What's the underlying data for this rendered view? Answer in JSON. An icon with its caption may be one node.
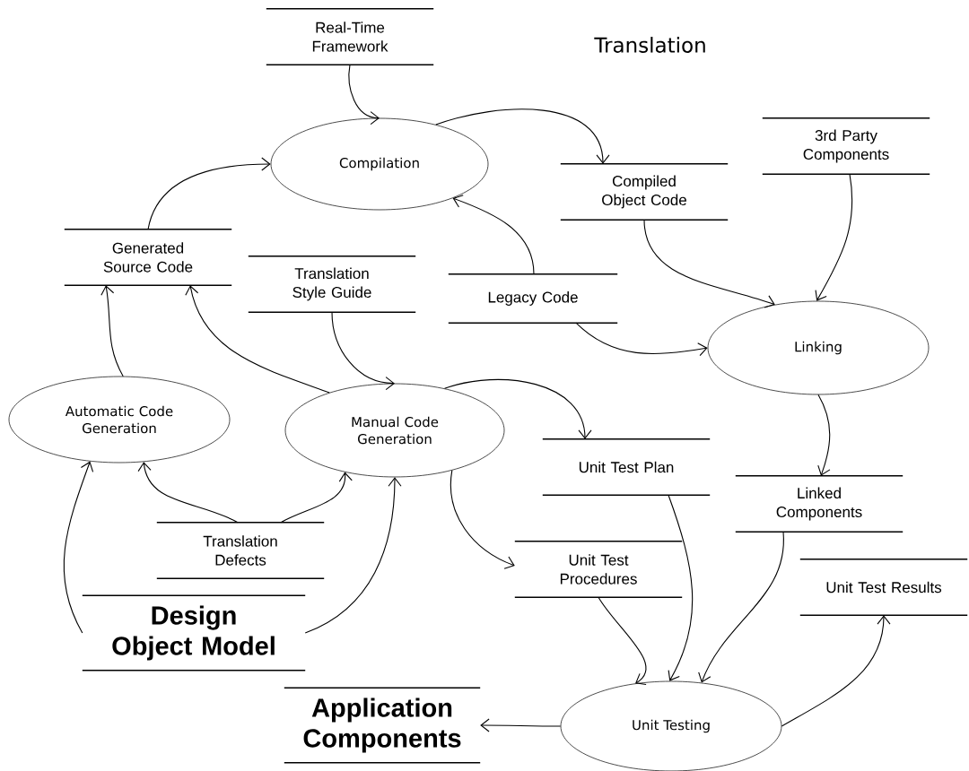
{
  "diagram": {
    "title": "Translation",
    "nodes": [
      {
        "text": [
          "Real-Time Framework"
        ]
      },
      {
        "text": [
          "Compilation"
        ]
      },
      {
        "text": [
          "Compiled Object Code"
        ]
      },
      {
        "text": [
          "3rd Party Components"
        ]
      },
      {
        "text": [
          "Generated Source Code"
        ]
      },
      {
        "text": [
          "Translation Style Guide"
        ]
      },
      {
        "text": [
          "Legacy Code"
        ]
      },
      {
        "text": [
          "Linking"
        ]
      },
      {
        "text": [
          "Automatic Code Generation"
        ]
      },
      {
        "text": [
          "Manual Code Generation"
        ]
      },
      {
        "text": [
          "Unit Test Plan"
        ]
      },
      {
        "text": [
          "Linked Components"
        ]
      },
      {
        "text": [
          "Translation Defects"
        ]
      },
      {
        "text": [
          "Unit Test Procedures"
        ]
      },
      {
        "text": [
          "Unit Test Results"
        ]
      },
      {
        "text": [
          "Design Object Model"
        ]
      },
      {
        "text": [
          "Application Components"
        ]
      },
      {
        "text": [
          "Unit Testing"
        ]
      }
    ],
    "edges": [
      {
        "from": 0,
        "to": 1,
        "arrow": "to"
      },
      {
        "from": 4,
        "to": 1,
        "arrow": "to"
      },
      {
        "from": 1,
        "to": 2,
        "arrow": "to"
      },
      {
        "from": 6,
        "to": 1,
        "arrow": "to"
      },
      {
        "from": 2,
        "to": 7,
        "arrow": "to"
      },
      {
        "from": 3,
        "to": 7,
        "arrow": "to"
      },
      {
        "from": 6,
        "to": 7,
        "arrow": "to"
      },
      {
        "from": 8,
        "to": 4,
        "arrow": "to"
      },
      {
        "from": 9,
        "to": 4,
        "arrow": "to"
      },
      {
        "from": 5,
        "to": 9,
        "arrow": "to"
      },
      {
        "from": 9,
        "to": 10,
        "arrow": "to"
      },
      {
        "from": 9,
        "to": 13,
        "arrow": "to"
      },
      {
        "from": 7,
        "to": 11,
        "arrow": "to"
      },
      {
        "from": 12,
        "to": 8,
        "arrow": "to"
      },
      {
        "from": 12,
        "to": 9,
        "arrow": "to"
      },
      {
        "from": 15,
        "to": 8,
        "arrow": "to"
      },
      {
        "from": 15,
        "to": 9,
        "arrow": "to"
      },
      {
        "from": 10,
        "to": 17,
        "arrow": "to"
      },
      {
        "from": 13,
        "to": 17,
        "arrow": "to"
      },
      {
        "from": 11,
        "to": 17,
        "arrow": "to"
      },
      {
        "from": 17,
        "to": 14,
        "arrow": "to"
      },
      {
        "from": 17,
        "to": 16,
        "arrow": "to"
      }
    ]
  }
}
